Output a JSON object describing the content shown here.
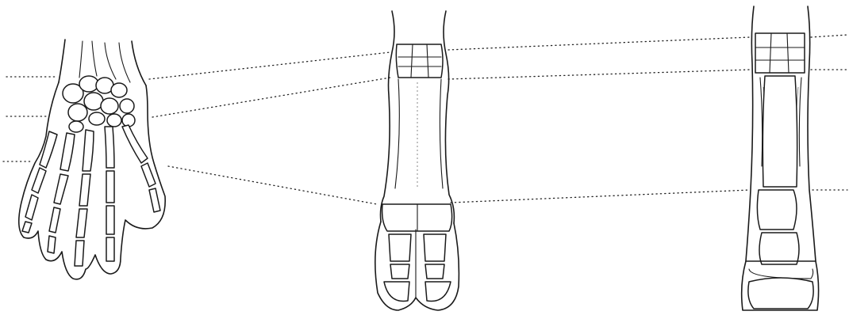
{
  "figure": {
    "panels": [
      {
        "id": "hand",
        "icon": "human-hand-skeleton"
      },
      {
        "id": "cloven-hoof",
        "icon": "cloven-hoof-foot-skeleton"
      },
      {
        "id": "single-hoof",
        "icon": "horse-hoof-foot-skeleton"
      }
    ],
    "guides": [
      {
        "id": "wrist-proximal-carpals"
      },
      {
        "id": "wrist-distal-carpals"
      },
      {
        "id": "metacarpal-phalanx-joint"
      }
    ],
    "colors": {
      "ink": "#1a1a1a",
      "background": "#ffffff"
    }
  }
}
